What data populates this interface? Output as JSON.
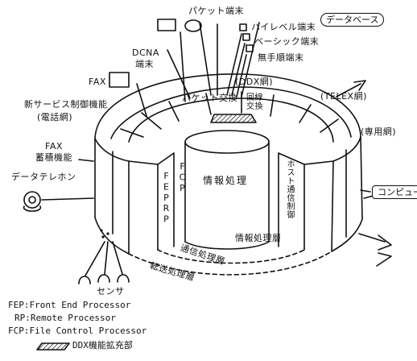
{
  "labels": {
    "packet_terminal": "パケット端末",
    "high_level_terminal": "ハイレベル端末",
    "basic_terminal": "ベーシック端末",
    "unprocedural_terminal": "無手順端末",
    "database": "データベース",
    "dcna_line1": "DCNA",
    "dcna_line2": "端末",
    "fax": "FAX",
    "ddx_network": "(DDX網)",
    "telex_network": "(TELEX網)",
    "new_service_line1": "新サービス制御機能",
    "new_service_line2": "(電話網)",
    "packet_exchange": "パケット交換",
    "line_exchange_1": "回線",
    "line_exchange_2": "交換",
    "private_network": "(専用網)",
    "fax_storage_line1": "FAX",
    "fax_storage_line2": "蓄積機能",
    "data_telephone": "データテレホン",
    "fep": "FEP",
    "rp": "RP",
    "fcp": "FCP",
    "info_processing": "情報処理",
    "host_comm_control": "ホスト通信制御",
    "computer": "コンピュータ",
    "info_processing_layer": "情報処理層",
    "comm_processing_layer": "通信処理層",
    "transfer_processing_layer": "転送処理層",
    "sensor": "センサ"
  },
  "legend": {
    "fep": "FEP:Front End Processor",
    "rp": "RP:Remote Processor",
    "fcp": "FCP:File Control Processor",
    "ddx": "DDX機能拡充部"
  },
  "colors": {
    "ink": "#111111",
    "paper": "#ffffff",
    "hatch": "#111111"
  }
}
